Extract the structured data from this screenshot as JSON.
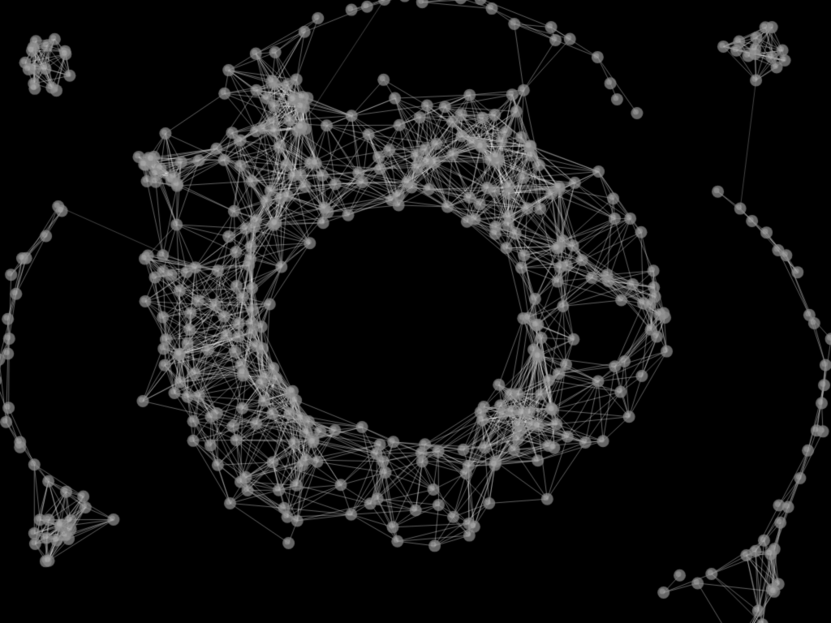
{
  "scene": {
    "background_color": "#000000",
    "node_color": "#8c8c8c",
    "node_highlight_color": "#c8c8c8",
    "edge_color": "#ffffff",
    "node_opacity": 0.72,
    "edge_opacity": 0.55,
    "description_tags": [
      "particle-network",
      "node-graph",
      "circular-cluster"
    ]
  }
}
